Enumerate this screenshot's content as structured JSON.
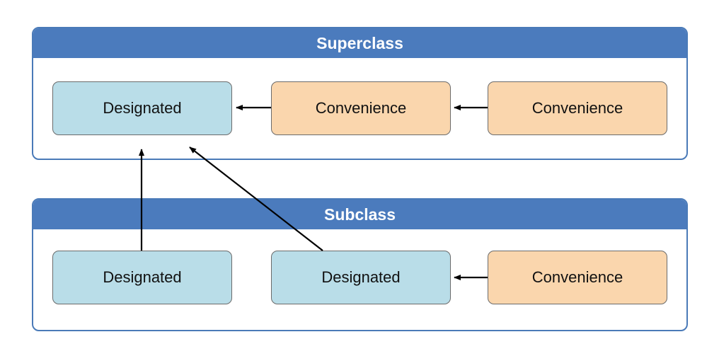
{
  "colors": {
    "header": "#4b7bbd",
    "border": "#4a7ab8",
    "designated_fill": "#b9dde8",
    "convenience_fill": "#fad6ad",
    "arrow": "#000000"
  },
  "superclass": {
    "title": "Superclass",
    "nodes": [
      {
        "label": "Designated",
        "kind": "designated"
      },
      {
        "label": "Convenience",
        "kind": "convenience"
      },
      {
        "label": "Convenience",
        "kind": "convenience"
      }
    ]
  },
  "subclass": {
    "title": "Subclass",
    "nodes": [
      {
        "label": "Designated",
        "kind": "designated"
      },
      {
        "label": "Designated",
        "kind": "designated"
      },
      {
        "label": "Convenience",
        "kind": "convenience"
      }
    ]
  },
  "edges": [
    {
      "from": "superclass.nodes.1",
      "to": "superclass.nodes.0"
    },
    {
      "from": "superclass.nodes.2",
      "to": "superclass.nodes.1"
    },
    {
      "from": "subclass.nodes.2",
      "to": "subclass.nodes.1"
    },
    {
      "from": "subclass.nodes.0",
      "to": "superclass.nodes.0"
    },
    {
      "from": "subclass.nodes.1",
      "to": "superclass.nodes.0"
    }
  ]
}
